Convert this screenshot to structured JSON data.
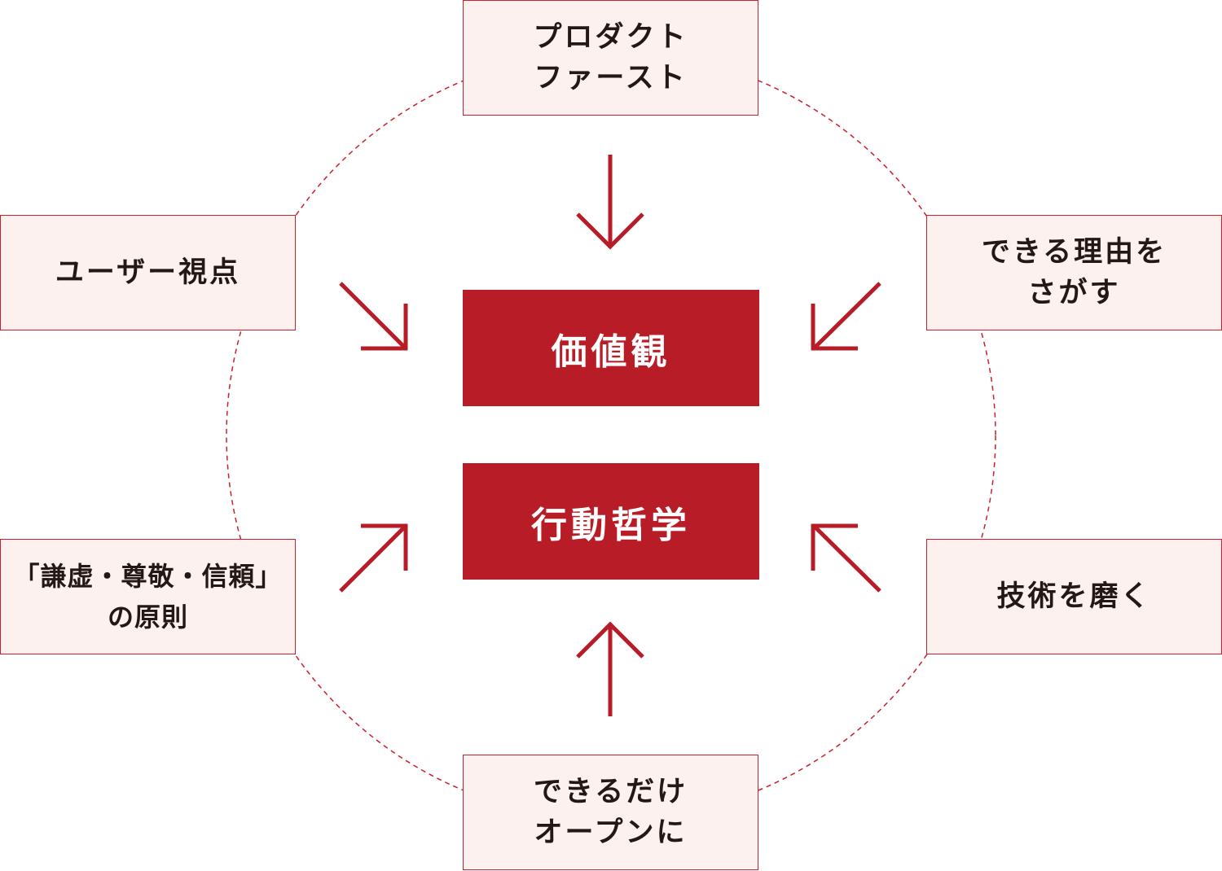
{
  "center": {
    "values": "価値観",
    "philosophy": "行動哲学"
  },
  "principles": [
    {
      "label": "プロダクト\nファースト"
    },
    {
      "label": "できる理由を\nさがす"
    },
    {
      "label": "技術を磨く"
    },
    {
      "label": "できるだけ\nオープンに"
    },
    {
      "label": "「謙虚・尊敬・信頼」\nの原則"
    },
    {
      "label": "ユーザー視点"
    }
  ],
  "colors": {
    "accent": "#b71c27",
    "box_fill": "#fcf1ee",
    "border": "#c8202e"
  }
}
